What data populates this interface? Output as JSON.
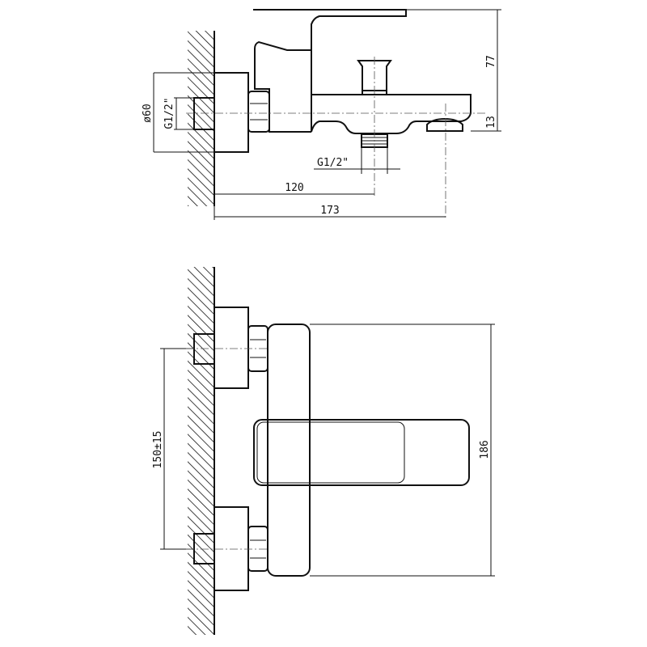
{
  "labels": {
    "height_77": "77",
    "offset_13": "13",
    "flange_diameter": "ø60",
    "inlet_thread": "G1/2\"",
    "outlet_thread": "G1/2\"",
    "spout_outlet_distance": "120",
    "spout_length": "173",
    "center_distance": "150±15",
    "lever_length": "186"
  }
}
